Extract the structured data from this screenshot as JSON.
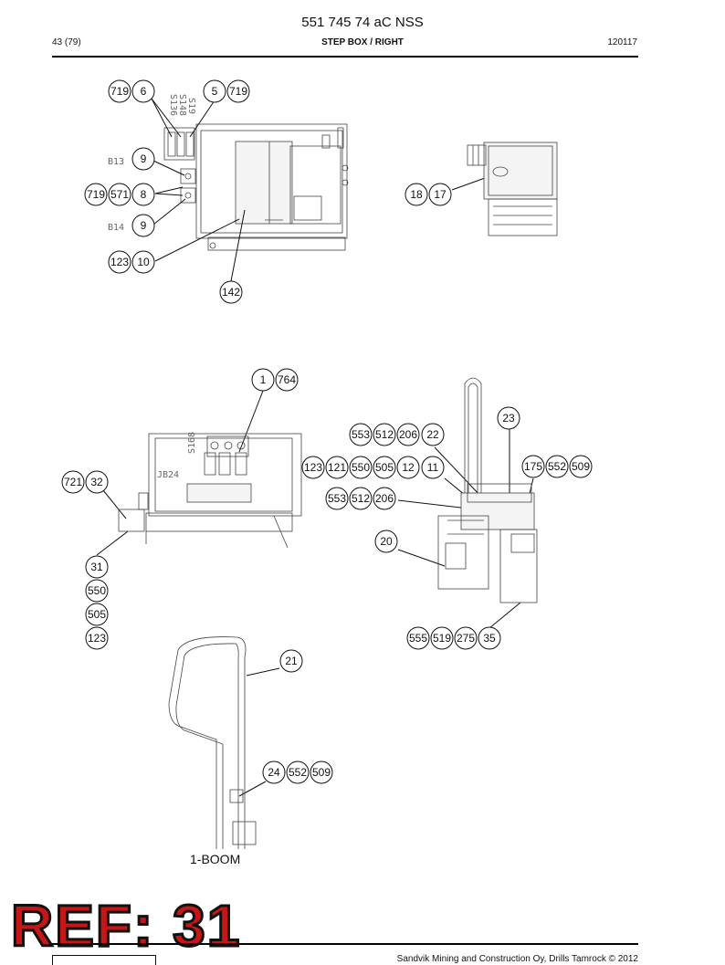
{
  "header": {
    "title": "551 745 74 aC NSS",
    "page": "43 (79)",
    "section": "STEP BOX / RIGHT",
    "code": "120117"
  },
  "footer": {
    "copyright": "Sandvik Mining and Construction Oy, Drills Tamrock © 2012",
    "ref_stamp": "REF: 31"
  },
  "drawing_labels": {
    "b13": "B13",
    "b14": "B14",
    "s136": "S136",
    "s148": "S148",
    "s19": "S19",
    "jb24": "JB24",
    "s168": "S168",
    "boom": "1-BOOM"
  },
  "callouts": [
    "719",
    "6",
    "5",
    "719",
    "9",
    "719",
    "571",
    "8",
    "9",
    "123",
    "10",
    "142",
    "18",
    "17",
    "1",
    "764",
    "23",
    "553",
    "512",
    "206",
    "22",
    "123",
    "121",
    "550",
    "505",
    "12",
    "11",
    "175",
    "552",
    "509",
    "721",
    "32",
    "553",
    "512",
    "206",
    "20",
    "31",
    "550",
    "505",
    "123",
    "555",
    "519",
    "275",
    "35",
    "21",
    "24",
    "552",
    "509"
  ]
}
